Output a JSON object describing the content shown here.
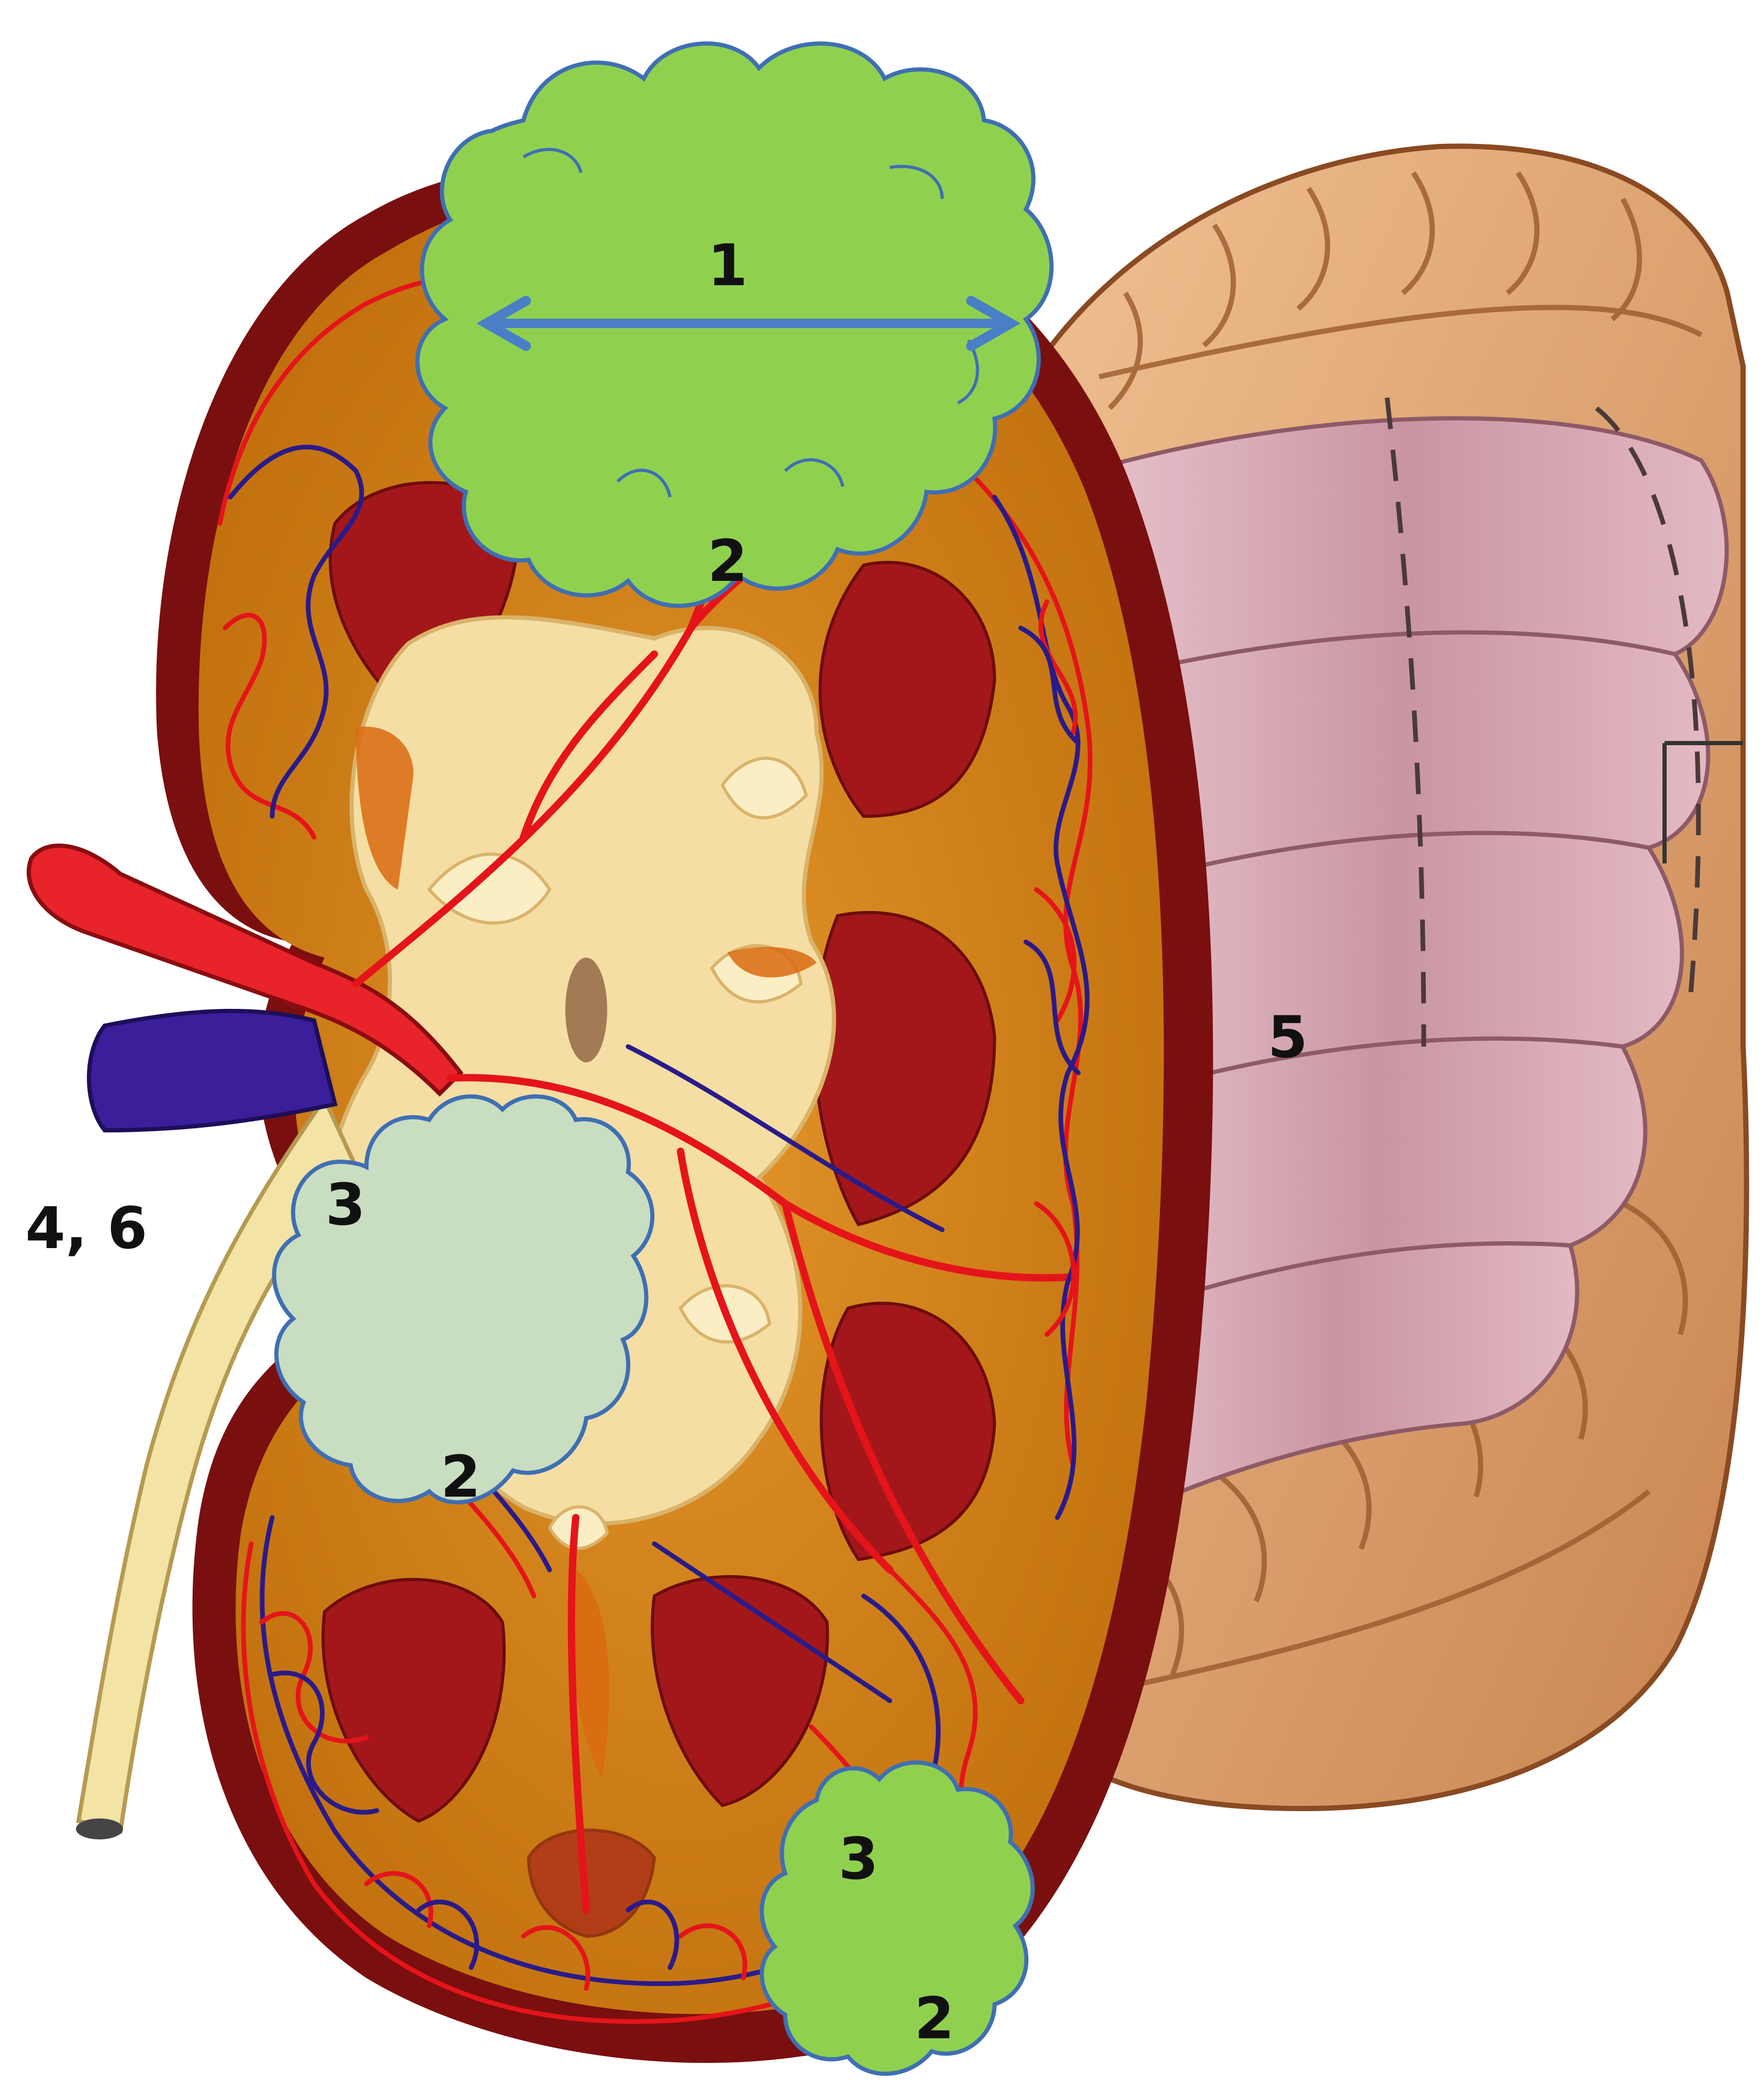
{
  "labels": {
    "tumor_top_size": "1",
    "tumor_top_invasion": "2",
    "tumor_hilum_node": "3",
    "tumor_hilum_invasion": "2",
    "tumor_bottom_node": "3",
    "tumor_bottom_invasion": "2",
    "adjacent_organs": "5",
    "vessels_ureter": "4, 6"
  },
  "colors": {
    "tumor_green": "#8fd14f",
    "tumor_outline": "#3f6fb3",
    "tumor_pale": "#c9ddc0",
    "arrow_blue": "#4a7fc7",
    "kidney_capsule": "#7a0f0f",
    "kidney_cortex": "#c97a12",
    "medulla_pyramid": "#9e1414",
    "pelvis": "#f5dea3",
    "artery_red": "#e5141a",
    "vein_blue": "#2a1a8a",
    "ureter": "#f3e3a4",
    "colon": "#d99a6a",
    "small_bowel": "#c99aa6"
  },
  "icons": {
    "measurement_arrow": "double-headed-arrow"
  }
}
